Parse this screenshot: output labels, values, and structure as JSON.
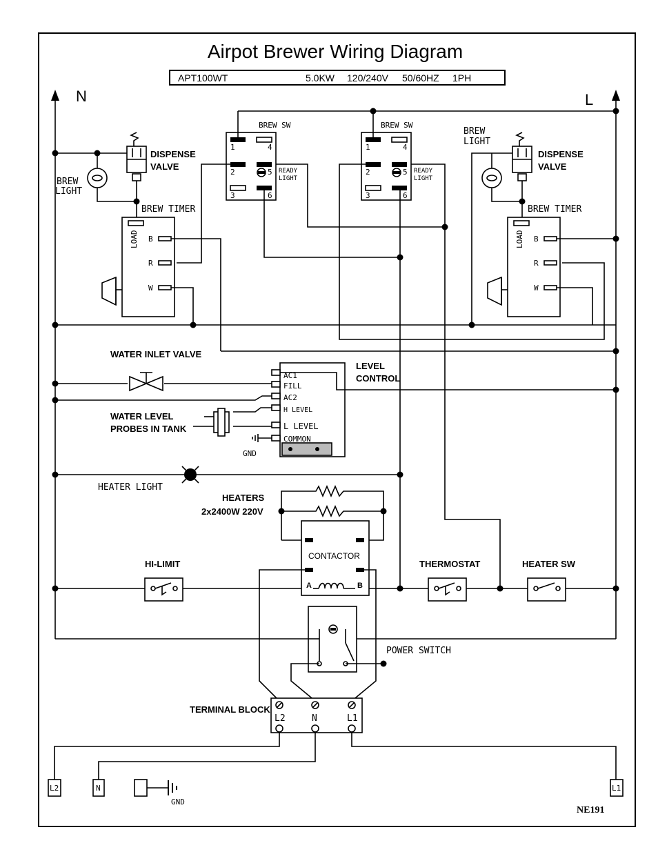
{
  "title": "Airpot Brewer Wiring Diagram",
  "spec": {
    "model": "APT100WT",
    "power": "5.0KW",
    "voltage": "120/240V",
    "frequency": "50/60HZ",
    "phase": "1PH"
  },
  "rails": {
    "left": "N",
    "right": "L"
  },
  "brew_switch": {
    "label": "BREW SW",
    "terminals": [
      "1",
      "2",
      "3",
      "4",
      "5",
      "6"
    ],
    "ready_light": "READY\nLIGHT"
  },
  "brew_switch_ready_line1": "READY",
  "brew_switch_ready_line2": "LIGHT",
  "brew_light": {
    "line1": "BREW",
    "line2": "LIGHT"
  },
  "dispense_valve": {
    "line1": "DISPENSE",
    "line2": "VALVE"
  },
  "brew_timer": {
    "label": "BREW TIMER",
    "load": "LOAD",
    "b": "B",
    "r": "R",
    "w": "W"
  },
  "water_inlet_valve": "WATER INLET VALVE",
  "level_control": {
    "line1": "LEVEL",
    "line2": "CONTROL",
    "terminals": [
      "AC1",
      "FILL",
      "AC2",
      "H LEVEL",
      "L LEVEL",
      "COMMON"
    ],
    "gnd": "GND"
  },
  "probes": {
    "line1": "WATER LEVEL",
    "line2": "PROBES IN TANK"
  },
  "heater_light": "HEATER LIGHT",
  "heaters": {
    "line1": "HEATERS",
    "line2": "2x2400W 220V"
  },
  "contactor": {
    "label": "CONTACTOR",
    "a": "A",
    "b": "B"
  },
  "hi_limit": "HI-LIMIT",
  "thermostat": "THERMOSTAT",
  "heater_sw": "HEATER SW",
  "power_switch": "POWER SWITCH",
  "terminal_block": {
    "label": "TERMINAL BLOCK",
    "terminals": [
      "L2",
      "N",
      "L1"
    ]
  },
  "supply": {
    "l2": "L2",
    "n": "N",
    "l1": "L1",
    "gnd": "GND"
  },
  "drawing_number": "NE191"
}
